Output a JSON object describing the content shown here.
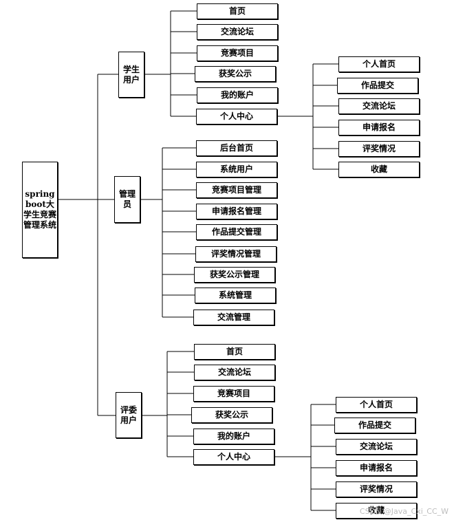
{
  "root": {
    "label": "springboot大学生竞赛管理系统"
  },
  "roles": [
    {
      "label": "学生\n用户",
      "children": [
        "首页",
        "交流论坛",
        "竞赛项目",
        "获奖公示",
        "我的账户",
        "个人中心"
      ],
      "sub": [
        "个人首页",
        "作品提交",
        "交流论坛",
        "申请报名",
        "评奖情况",
        "收藏"
      ]
    },
    {
      "label": "管理\n员",
      "children": [
        "后台首页",
        "系统用户",
        "竞赛项目管理",
        "申请报名管理",
        "作品提交管理",
        "评奖情况管理",
        "获奖公示管理",
        "系统管理",
        "交流管理"
      ]
    },
    {
      "label": "评委\n用户",
      "children": [
        "首页",
        "交流论坛",
        "竞赛项目",
        "获奖公示",
        "我的账户",
        "个人中心"
      ],
      "sub": [
        "个人首页",
        "作品提交",
        "交流论坛",
        "申请报名",
        "评奖情况",
        "收藏"
      ]
    }
  ],
  "watermark": "CSDN @Java_Cxi_CC_W"
}
